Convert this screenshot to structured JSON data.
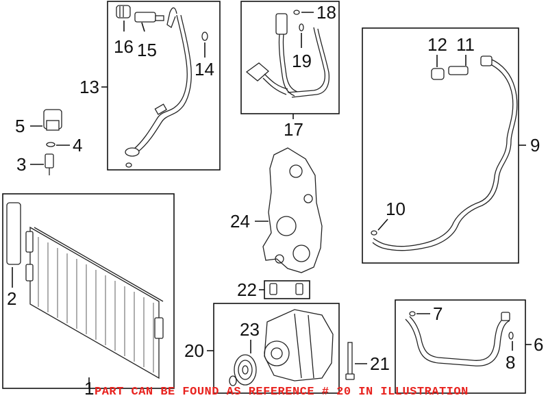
{
  "callouts": {
    "c1": "1",
    "c2": "2",
    "c3": "3",
    "c4": "4",
    "c5": "5",
    "c6": "6",
    "c7": "7",
    "c8": "8",
    "c9": "9",
    "c10": "10",
    "c11": "11",
    "c12": "12",
    "c13": "13",
    "c14": "14",
    "c15": "15",
    "c16": "16",
    "c17": "17",
    "c18": "18",
    "c19": "19",
    "c20": "20",
    "c21": "21",
    "c22": "22",
    "c23": "23",
    "c24": "24"
  },
  "notice": "PART CAN BE FOUND AS REFERENCE # 20 IN ILLUSTRATION",
  "colors": {
    "notice": "#e8231f",
    "line": "#111111"
  }
}
